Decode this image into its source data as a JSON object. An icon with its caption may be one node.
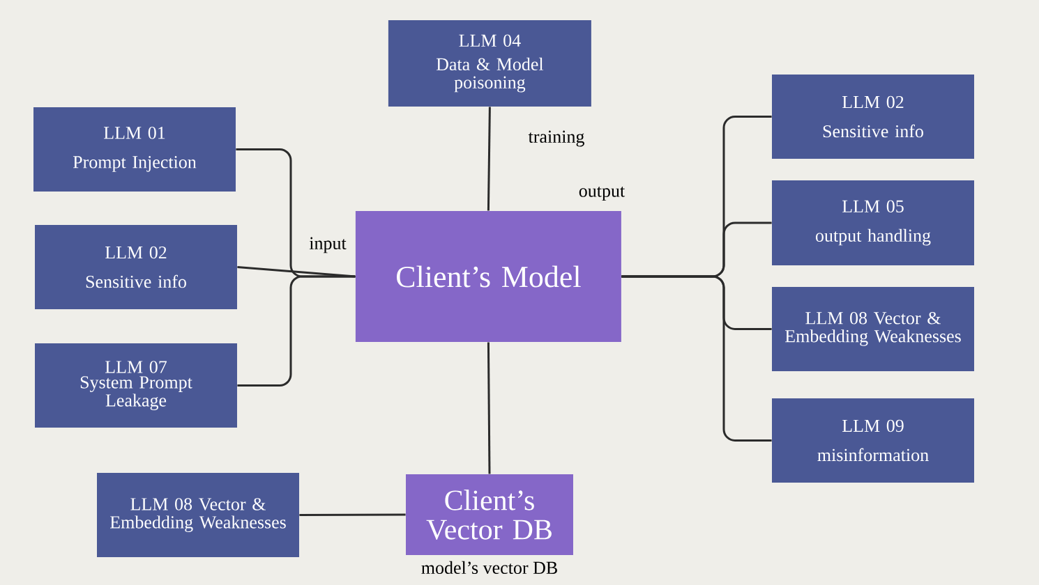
{
  "diagram": {
    "nodes": [
      {
        "text": [
          "LLM 04",
          "Data & Model poisoning"
        ]
      },
      {
        "text": [
          "LLM 01",
          "Prompt Injection"
        ]
      },
      {
        "text": [
          "LLM 02",
          "Sensitive info"
        ]
      },
      {
        "text": [
          "LLM 07",
          "System Prompt Leakage"
        ]
      },
      {
        "text": [
          "Client’s Model"
        ]
      },
      {
        "text": [
          "LLM 02",
          "Sensitive info"
        ]
      },
      {
        "text": [
          "LLM 05",
          "output handling"
        ]
      },
      {
        "text": [
          "LLM 08 Vector & Embedding Weaknesses"
        ]
      },
      {
        "text": [
          "LLM 09",
          "misinformation"
        ]
      },
      {
        "text": [
          "LLM 08 Vector & Embedding Weaknesses"
        ]
      },
      {
        "text": [
          "Client’s Vector DB"
        ],
        "beside": [
          "model’s vector DB"
        ]
      }
    ],
    "edges": [
      {
        "from": 0,
        "to": 4,
        "arrow": "none",
        "label": "training"
      },
      {
        "from": 1,
        "to": 4,
        "arrow": "none"
      },
      {
        "from": 2,
        "to": 4,
        "arrow": "none",
        "label": "input"
      },
      {
        "from": 3,
        "to": 4,
        "arrow": "none"
      },
      {
        "from": 4,
        "to": 5,
        "arrow": "none"
      },
      {
        "from": 4,
        "to": 6,
        "arrow": "none"
      },
      {
        "from": 4,
        "to": 7,
        "arrow": "none"
      },
      {
        "from": 4,
        "to": 8,
        "arrow": "none"
      },
      {
        "from": 4,
        "to": 10,
        "arrow": "none"
      },
      {
        "from": 9,
        "to": 10,
        "arrow": "none"
      }
    ],
    "labels": [
      "output"
    ]
  }
}
